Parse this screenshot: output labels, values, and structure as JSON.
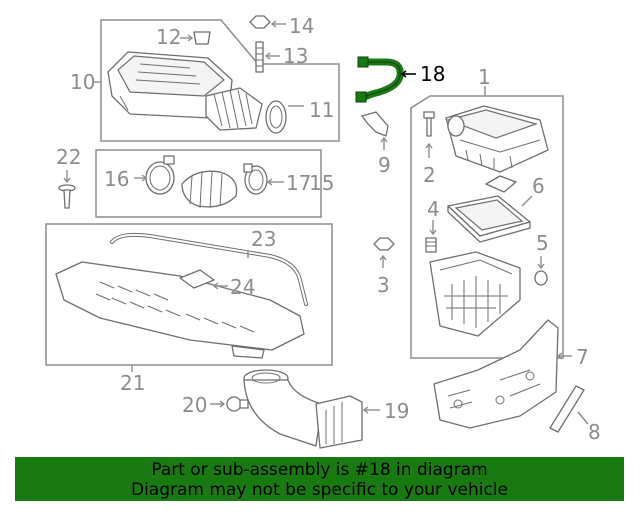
{
  "callouts": {
    "c1": "1",
    "c2": "2",
    "c3": "3",
    "c4": "4",
    "c5": "5",
    "c6": "6",
    "c7": "7",
    "c8": "8",
    "c9": "9",
    "c10": "10",
    "c11": "11",
    "c12": "12",
    "c13": "13",
    "c14": "14",
    "c15": "15",
    "c16": "16",
    "c17": "17",
    "c18": "18",
    "c19": "19",
    "c20": "20",
    "c21": "21",
    "c22": "22",
    "c23": "23",
    "c24": "24"
  },
  "highlighted_part": "18",
  "colors": {
    "highlight_part": "#1a7a12",
    "footer_background": "#1a7a12",
    "callout_text": "#8c8c8c",
    "highlight_text": "#000000"
  },
  "footer": {
    "line1": "Part or sub-assembly is #18 in diagram",
    "line2": "Diagram may not be specific to your vehicle"
  }
}
